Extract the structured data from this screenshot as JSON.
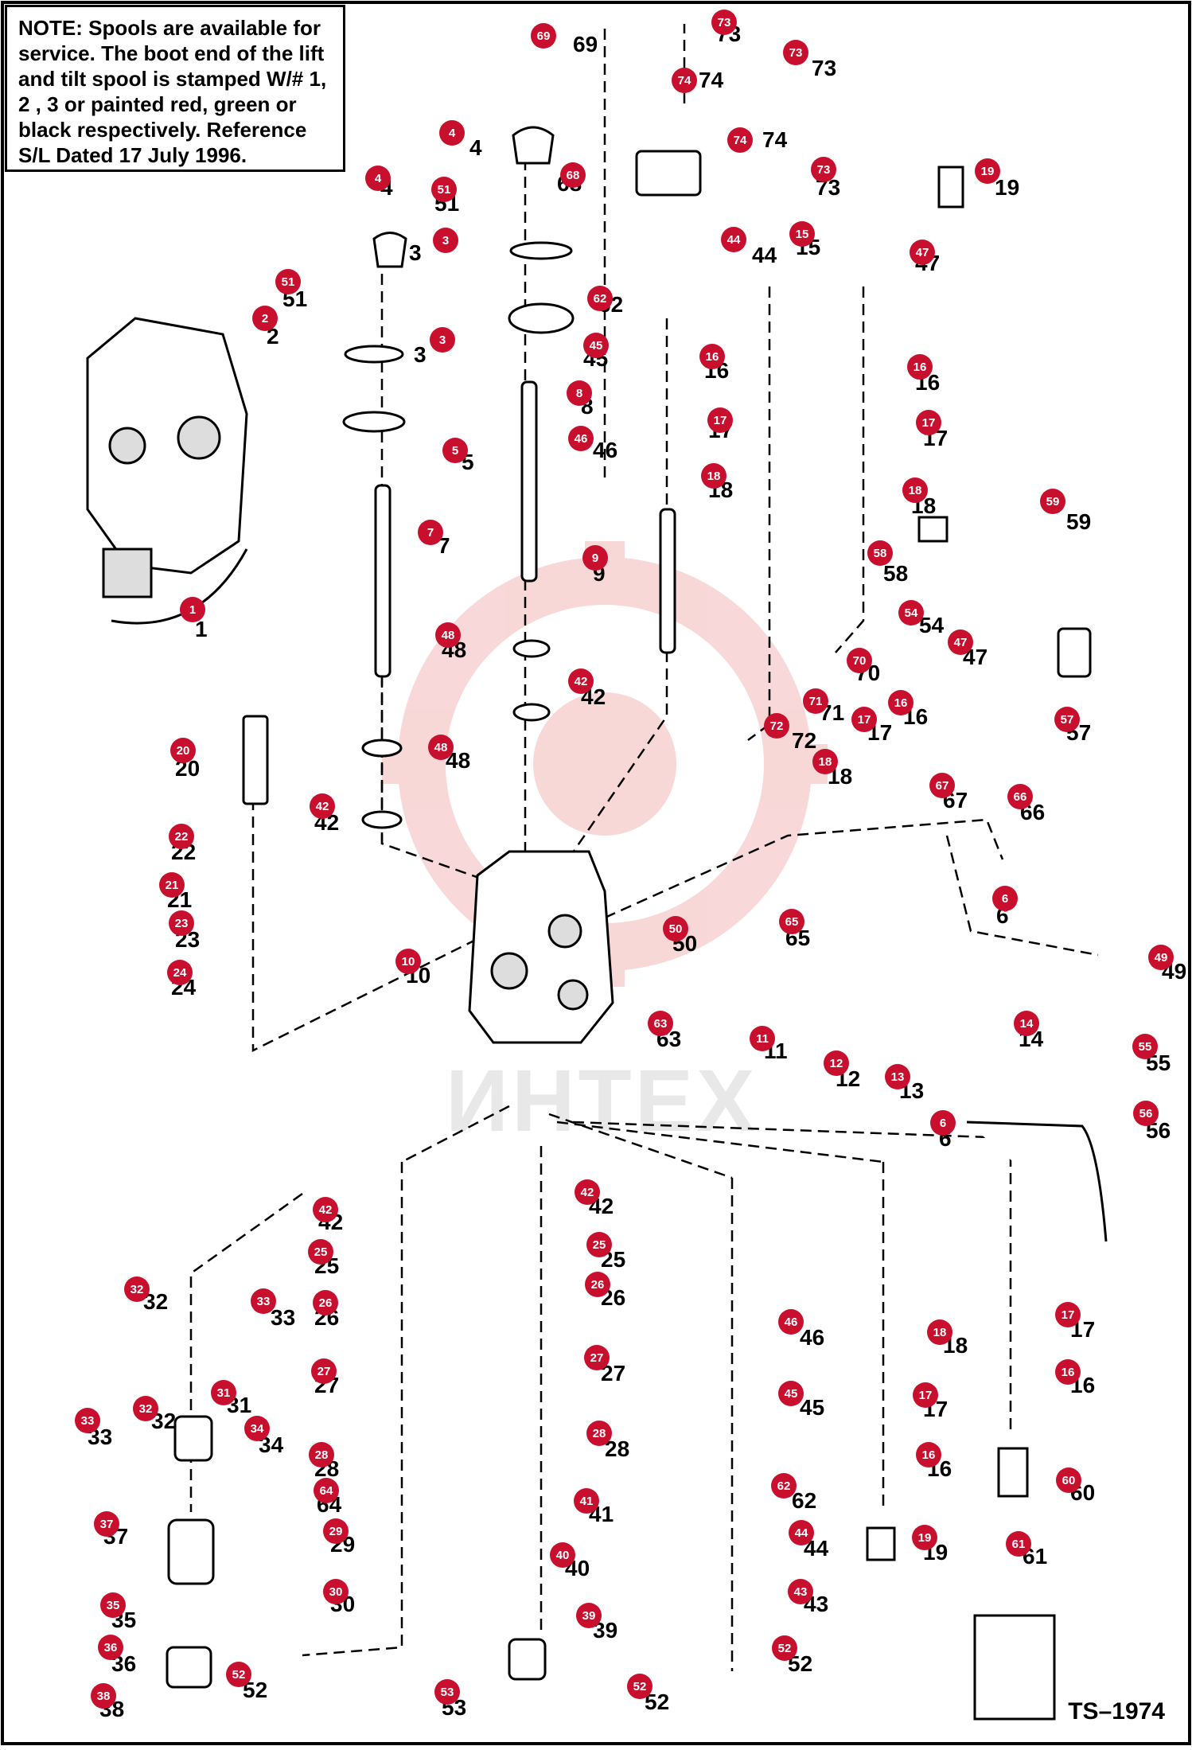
{
  "note": {
    "label": "NOTE:",
    "text": " Spools are available for service.  The boot end of the lift and tilt spool is stamped W/# 1, 2 , 3 or painted red, green or black respectively.  Reference S/L Dated 17 July 1996."
  },
  "figure_code": "TS–1974",
  "watermark": "ИНТЕХ",
  "colors": {
    "badge": "#c8102e",
    "line": "#000000",
    "watermark_gear": "#f3b8b8"
  },
  "callouts": [
    {
      "id": "69",
      "num": "69"
    },
    {
      "id": "73a",
      "num": "73"
    },
    {
      "id": "73b",
      "num": "73"
    },
    {
      "id": "74a",
      "num": "74"
    },
    {
      "id": "74b",
      "num": "74"
    },
    {
      "id": "4a",
      "num": "4"
    },
    {
      "id": "68",
      "num": "68"
    },
    {
      "id": "73c",
      "num": "73"
    },
    {
      "id": "4b",
      "num": "4"
    },
    {
      "id": "51a",
      "num": "51"
    },
    {
      "id": "19a",
      "num": "19"
    },
    {
      "id": "3a",
      "num": "3"
    },
    {
      "id": "44a",
      "num": "44"
    },
    {
      "id": "15",
      "num": "15"
    },
    {
      "id": "47a",
      "num": "47"
    },
    {
      "id": "51b",
      "num": "51"
    },
    {
      "id": "62a",
      "num": "62"
    },
    {
      "id": "2",
      "num": "2"
    },
    {
      "id": "3b",
      "num": "3"
    },
    {
      "id": "45a",
      "num": "45"
    },
    {
      "id": "16a",
      "num": "16"
    },
    {
      "id": "16b",
      "num": "16"
    },
    {
      "id": "8",
      "num": "8"
    },
    {
      "id": "17a",
      "num": "17"
    },
    {
      "id": "17b",
      "num": "17"
    },
    {
      "id": "5",
      "num": "5"
    },
    {
      "id": "46a",
      "num": "46"
    },
    {
      "id": "18a",
      "num": "18"
    },
    {
      "id": "18b",
      "num": "18"
    },
    {
      "id": "59",
      "num": "59"
    },
    {
      "id": "7",
      "num": "7"
    },
    {
      "id": "9",
      "num": "9"
    },
    {
      "id": "58",
      "num": "58"
    },
    {
      "id": "1",
      "num": "1"
    },
    {
      "id": "54",
      "num": "54"
    },
    {
      "id": "47b",
      "num": "47"
    },
    {
      "id": "48a",
      "num": "48"
    },
    {
      "id": "70",
      "num": "70"
    },
    {
      "id": "42a",
      "num": "42"
    },
    {
      "id": "71",
      "num": "71"
    },
    {
      "id": "16c",
      "num": "16"
    },
    {
      "id": "17c",
      "num": "17"
    },
    {
      "id": "57",
      "num": "57"
    },
    {
      "id": "20",
      "num": "20"
    },
    {
      "id": "72",
      "num": "72"
    },
    {
      "id": "48b",
      "num": "48"
    },
    {
      "id": "18c",
      "num": "18"
    },
    {
      "id": "42b",
      "num": "42"
    },
    {
      "id": "67",
      "num": "67"
    },
    {
      "id": "66",
      "num": "66"
    },
    {
      "id": "22",
      "num": "22"
    },
    {
      "id": "21",
      "num": "21"
    },
    {
      "id": "6a",
      "num": "6"
    },
    {
      "id": "23",
      "num": "23"
    },
    {
      "id": "50",
      "num": "50"
    },
    {
      "id": "65",
      "num": "65"
    },
    {
      "id": "49",
      "num": "49"
    },
    {
      "id": "24",
      "num": "24"
    },
    {
      "id": "10",
      "num": "10"
    },
    {
      "id": "14",
      "num": "14"
    },
    {
      "id": "63",
      "num": "63"
    },
    {
      "id": "11",
      "num": "11"
    },
    {
      "id": "55",
      "num": "55"
    },
    {
      "id": "12",
      "num": "12"
    },
    {
      "id": "13",
      "num": "13"
    },
    {
      "id": "6b",
      "num": "6"
    },
    {
      "id": "56",
      "num": "56"
    },
    {
      "id": "42c",
      "num": "42"
    },
    {
      "id": "42d",
      "num": "42"
    },
    {
      "id": "25a",
      "num": "25"
    },
    {
      "id": "25b",
      "num": "25"
    },
    {
      "id": "26a",
      "num": "26"
    },
    {
      "id": "26b",
      "num": "26"
    },
    {
      "id": "32a",
      "num": "32"
    },
    {
      "id": "33a",
      "num": "33"
    },
    {
      "id": "46b",
      "num": "46"
    },
    {
      "id": "17d",
      "num": "17"
    },
    {
      "id": "18d",
      "num": "18"
    },
    {
      "id": "27a",
      "num": "27"
    },
    {
      "id": "27b",
      "num": "27"
    },
    {
      "id": "31",
      "num": "31"
    },
    {
      "id": "16d",
      "num": "16"
    },
    {
      "id": "45b",
      "num": "45"
    },
    {
      "id": "17e",
      "num": "17"
    },
    {
      "id": "32b",
      "num": "32"
    },
    {
      "id": "33b",
      "num": "33"
    },
    {
      "id": "34",
      "num": "34"
    },
    {
      "id": "28a",
      "num": "28"
    },
    {
      "id": "28b",
      "num": "28"
    },
    {
      "id": "16e",
      "num": "16"
    },
    {
      "id": "60",
      "num": "60"
    },
    {
      "id": "62b",
      "num": "62"
    },
    {
      "id": "64",
      "num": "64"
    },
    {
      "id": "41",
      "num": "41"
    },
    {
      "id": "37",
      "num": "37"
    },
    {
      "id": "29",
      "num": "29"
    },
    {
      "id": "44b",
      "num": "44"
    },
    {
      "id": "19b",
      "num": "19"
    },
    {
      "id": "61",
      "num": "61"
    },
    {
      "id": "40",
      "num": "40"
    },
    {
      "id": "30",
      "num": "30"
    },
    {
      "id": "43",
      "num": "43"
    },
    {
      "id": "35",
      "num": "35"
    },
    {
      "id": "39",
      "num": "39"
    },
    {
      "id": "36",
      "num": "36"
    },
    {
      "id": "52a",
      "num": "52"
    },
    {
      "id": "52b",
      "num": "52"
    },
    {
      "id": "38",
      "num": "38"
    },
    {
      "id": "53",
      "num": "53"
    },
    {
      "id": "52c",
      "num": "52"
    }
  ]
}
